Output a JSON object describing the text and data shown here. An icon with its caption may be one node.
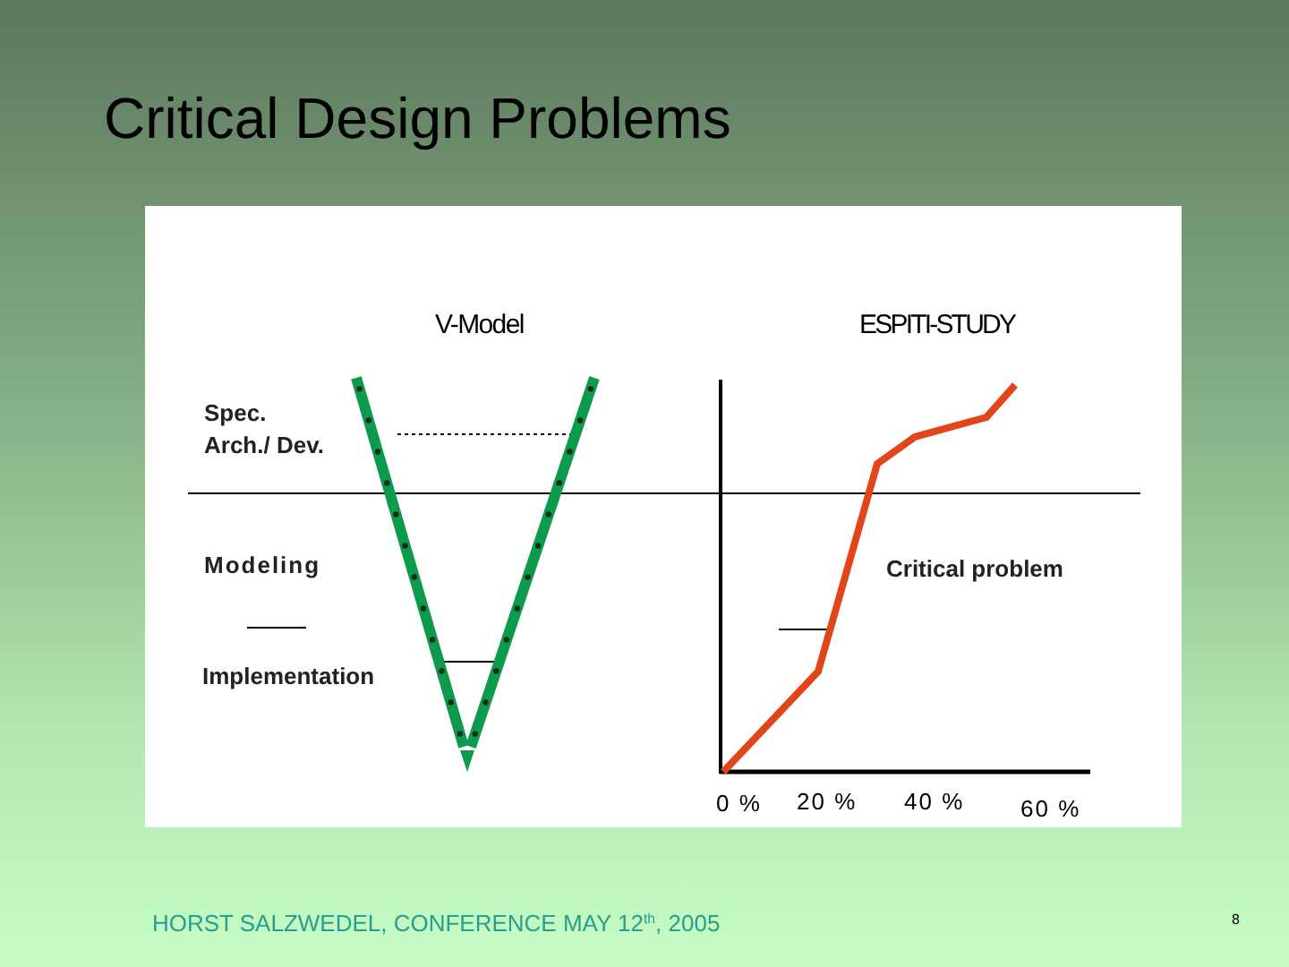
{
  "diagram": {
    "title": "Critical Design Problems",
    "labels": [
      "V-Model",
      "ESPITI-STUDY",
      "Spec.",
      "Arch./ Dev.",
      "Modeling",
      "Critical problem",
      "Implementation",
      "0 %",
      "20 %",
      "40 %",
      "60 %",
      "HORST SALZWEDEL, CONFERENCE MAY 12$^{th}$, 2005",
      "8"
    ]
  }
}
